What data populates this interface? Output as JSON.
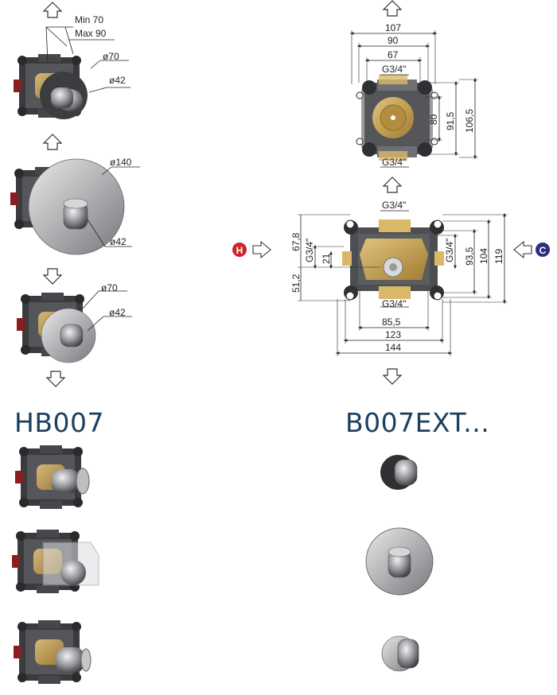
{
  "left_stack": {
    "step1": {
      "min": "Min 70",
      "max": "Max 90",
      "d1": "ø70",
      "d2": "ø42"
    },
    "step2": {
      "d1": "ø140",
      "d2": "ø42"
    },
    "step3": {
      "d1": "ø70",
      "d2": "ø42"
    }
  },
  "top_view": {
    "w1": "107",
    "w2": "90",
    "w3": "67",
    "port_top": "G3/4\"",
    "port_bottom": "G3/4\"",
    "h1": "80",
    "h2": "91,5",
    "h3": "106,5"
  },
  "front_view": {
    "port_top": "G3/4\"",
    "port_bottom": "G3/4\"",
    "l1": "67,8",
    "l2": "G3/4\"",
    "l3": "21",
    "l4": "51,2",
    "r1": "G3/4\"",
    "r2": "93,5",
    "r3": "104",
    "r4": "119",
    "b1": "85,5",
    "b2": "123",
    "b3": "144"
  },
  "badges": {
    "hot": "H",
    "cold": "C"
  },
  "labels": {
    "left": "HB007",
    "right": "B007EXT..."
  },
  "colors": {
    "title": "#1d3f5e",
    "hot": "#c8262c",
    "cold": "#2e2f7f",
    "brass": "#c9a24f",
    "body": "#3a3b3e"
  }
}
